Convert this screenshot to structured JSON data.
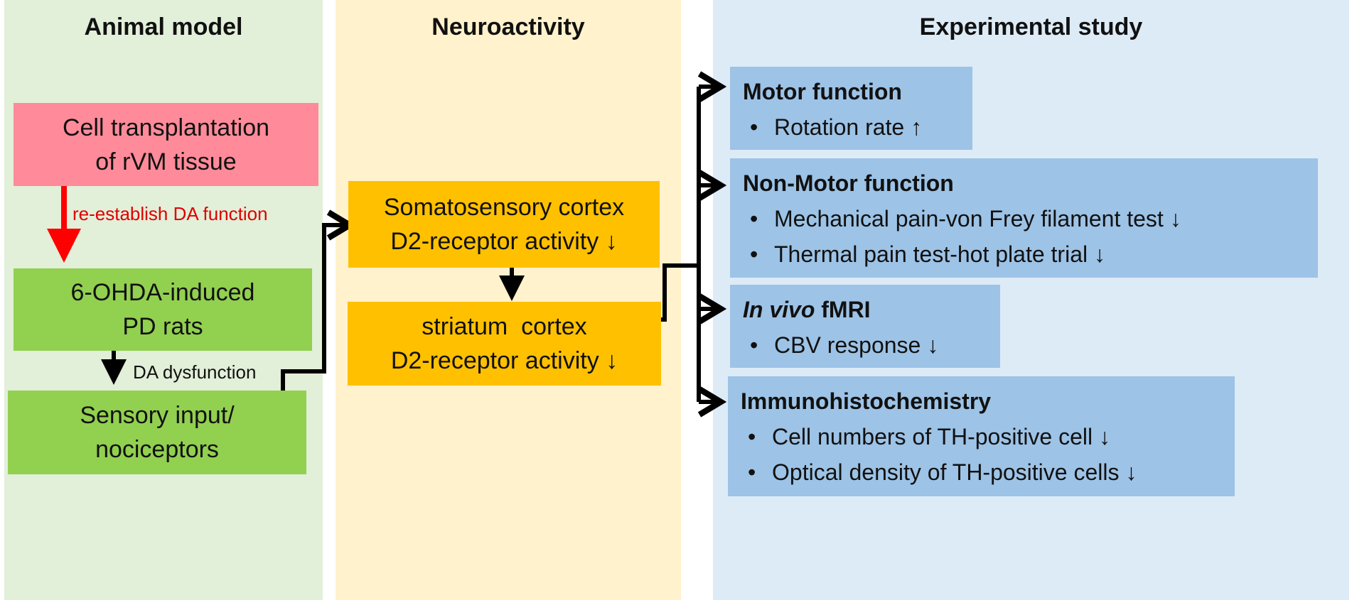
{
  "columns": {
    "animal": "Animal model",
    "neuro": "Neuroactivity",
    "experimental": "Experimental study"
  },
  "animal_model": {
    "transplant": [
      "Cell transplantation",
      "of rVM tissue"
    ],
    "reestablish": "re-establish DA function",
    "pd_rats": [
      "6-OHDA-induced",
      "PD rats"
    ],
    "dysfunction": "DA dysfunction",
    "sensory": [
      "Sensory input/",
      "nociceptors"
    ]
  },
  "neuroactivity": {
    "somato": [
      "Somatosensory cortex",
      "D2-receptor activity ↓"
    ],
    "striatum": [
      "striatum  cortex",
      "D2-receptor activity ↓"
    ]
  },
  "experimental": {
    "motor": {
      "title": "Motor function",
      "items": [
        "Rotation rate ↑"
      ]
    },
    "nonmotor": {
      "title": "Non-Motor function",
      "items": [
        "Mechanical pain-von Frey filament test ↓",
        "Thermal pain test-hot plate trial ↓"
      ]
    },
    "fmri": {
      "title_italic": "In vivo",
      "title_rest": " fMRI",
      "items": [
        "CBV response ↓"
      ]
    },
    "immuno": {
      "title": "Immunohistochemistry",
      "items": [
        "Cell numbers of TH-positive cell ↓",
        "Optical density of TH-positive cells ↓"
      ]
    }
  },
  "bullet": "•",
  "colors": {
    "panel_green": "#e2efd9",
    "panel_yellow": "#fff2cc",
    "panel_blue": "#ddebf7",
    "box_pink": "#ff8b9a",
    "box_green": "#92d050",
    "box_orange": "#ffc000",
    "box_blue": "#9dc3e6",
    "red_arrow": "#ff0000"
  }
}
